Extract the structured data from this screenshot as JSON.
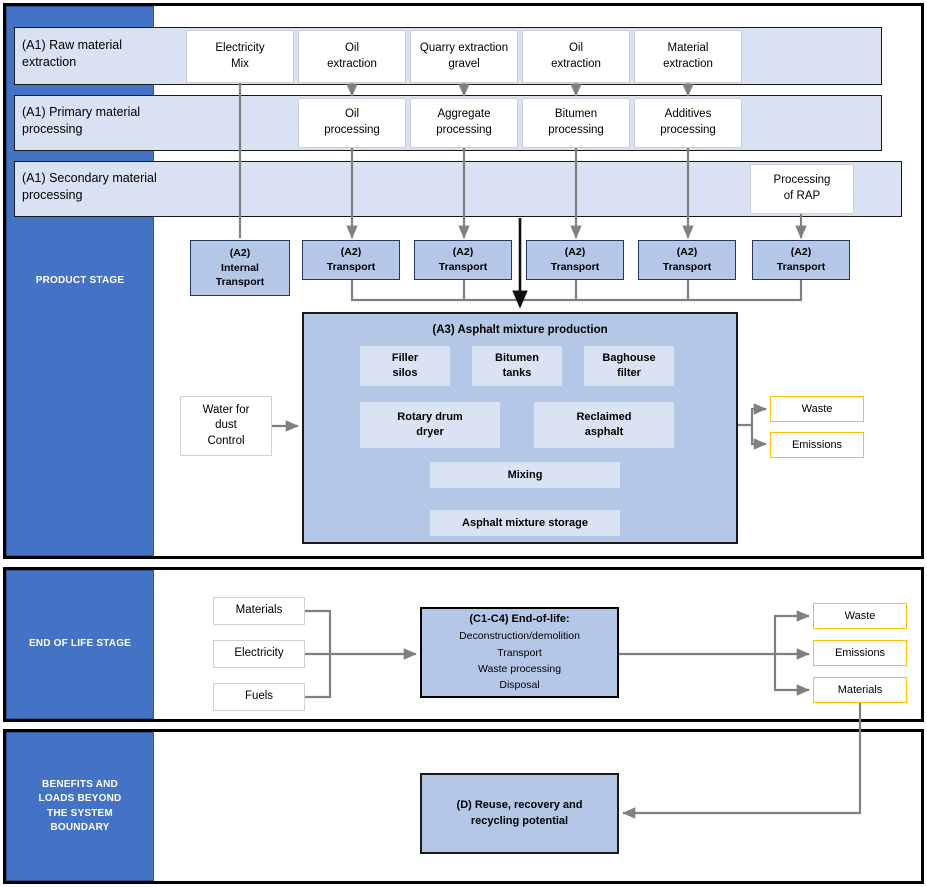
{
  "diagram": {
    "title": "Asphalt mixture life cycle system boundary flow chart",
    "colors": {
      "stage_label_blue": "#4472C4",
      "band_light_blue": "#D9E2F3",
      "box_blue": "#B4C7E7",
      "subbox_blue": "#DAE3F3",
      "output_yellow": "#FFC000",
      "connector_grey": "#808080",
      "frame_black": "#000000"
    }
  },
  "stages": [
    {
      "id": "product-stage",
      "label": "PRODUCT STAGE"
    },
    {
      "id": "end-of-life-stage",
      "label": "END OF LIFE STAGE"
    },
    {
      "id": "benefits-loads-stage",
      "label": "BENEFITS AND\nLOADS BEYOND\nTHE SYSTEM\nBOUNDARY"
    }
  ],
  "stage_labels": {
    "product": "PRODUCT STAGE",
    "end_of_life": "END OF LIFE STAGE",
    "benefits_line1": "BENEFITS AND",
    "benefits_line2": "LOADS BEYOND",
    "benefits_line3": "THE SYSTEM",
    "benefits_line4": "BOUNDARY"
  },
  "product_stage": {
    "bands": [
      {
        "id": "a1-raw-material-extraction",
        "line1": "(A1) Raw material",
        "line2": "extraction"
      },
      {
        "id": "a1-primary-material-processing",
        "line1": "(A1) Primary material",
        "line2": "processing"
      },
      {
        "id": "a1-secondary-material-processing",
        "line1": "(A1) Secondary material",
        "line2": "processing"
      }
    ],
    "row_a1_extraction": [
      {
        "id": "electricity-mix",
        "line1": "Electricity",
        "line2": "Mix"
      },
      {
        "id": "oil-extraction-1",
        "line1": "Oil",
        "line2": "extraction"
      },
      {
        "id": "quarry-extraction-gravel",
        "line1": "Quarry extraction",
        "line2": "gravel"
      },
      {
        "id": "oil-extraction-2",
        "line1": "Oil",
        "line2": "extraction"
      },
      {
        "id": "material-extraction",
        "line1": "Material",
        "line2": "extraction"
      }
    ],
    "row_a1_primary": [
      {
        "id": "oil-processing",
        "line1": "Oil",
        "line2": "processing"
      },
      {
        "id": "aggregate-processing",
        "line1": "Aggregate",
        "line2": "processing"
      },
      {
        "id": "bitumen-processing",
        "line1": "Bitumen",
        "line2": "processing"
      },
      {
        "id": "additives-processing",
        "line1": "Additives",
        "line2": "processing"
      }
    ],
    "row_a1_secondary": [
      {
        "id": "processing-of-rap",
        "line1": "Processing",
        "line2": "of RAP"
      }
    ],
    "row_a2": [
      {
        "id": "a2-internal-transport",
        "line1": "(A2)",
        "line2": "Internal",
        "line3": "Transport"
      },
      {
        "id": "a2-transport-1",
        "line1": "(A2)",
        "line2": "Transport"
      },
      {
        "id": "a2-transport-2",
        "line1": "(A2)",
        "line2": "Transport"
      },
      {
        "id": "a2-transport-3",
        "line1": "(A2)",
        "line2": "Transport"
      },
      {
        "id": "a2-transport-4",
        "line1": "(A2)",
        "line2": "Transport"
      },
      {
        "id": "a2-transport-5",
        "line1": "(A2)",
        "line2": "Transport"
      }
    ],
    "a3": {
      "title": "(A3) Asphalt mixture production",
      "sub_boxes": [
        {
          "id": "filler-silos",
          "line1": "Filler",
          "line2": "silos"
        },
        {
          "id": "bitumen-tanks",
          "line1": "Bitumen",
          "line2": "tanks"
        },
        {
          "id": "baghouse-filter",
          "line1": "Baghouse",
          "line2": "filter"
        },
        {
          "id": "rotary-drum-dryer",
          "line1": "Rotary drum",
          "line2": "dryer"
        },
        {
          "id": "reclaimed-asphalt",
          "line1": "Reclaimed",
          "line2": "asphalt"
        },
        {
          "id": "mixing",
          "line1": "Mixing",
          "line2": ""
        },
        {
          "id": "asphalt-mixture-storage",
          "line1": "Asphalt mixture storage",
          "line2": ""
        }
      ]
    },
    "water_input": {
      "id": "water-for-dust-control",
      "line1": "Water for",
      "line2": "dust",
      "line3": "Control"
    },
    "outputs": [
      {
        "id": "waste-product-stage",
        "label": "Waste"
      },
      {
        "id": "emissions-product-stage",
        "label": "Emissions"
      }
    ]
  },
  "end_of_life_stage": {
    "inputs": [
      {
        "id": "materials-input",
        "label": "Materials"
      },
      {
        "id": "electricity-input",
        "label": "Electricity"
      },
      {
        "id": "fuels-input",
        "label": "Fuels"
      }
    ],
    "main_box": {
      "id": "c1-c4-end-of-life",
      "header": "(C1-C4) End-of-life:",
      "lines": [
        "Deconstruction/demolition",
        "Transport",
        "Waste processing",
        "Disposal"
      ],
      "line1": "Deconstruction/demolition",
      "line2": "Transport",
      "line3": "Waste processing",
      "line4": "Disposal"
    },
    "outputs": [
      {
        "id": "waste-eol",
        "label": "Waste"
      },
      {
        "id": "emissions-eol",
        "label": "Emissions"
      },
      {
        "id": "materials-eol",
        "label": "Materials"
      }
    ]
  },
  "benefits_stage": {
    "module_d": {
      "id": "module-d-reuse-recovery-recycling",
      "line1": "(D) Reuse, recovery and recycling",
      "line2": "potential"
    }
  }
}
